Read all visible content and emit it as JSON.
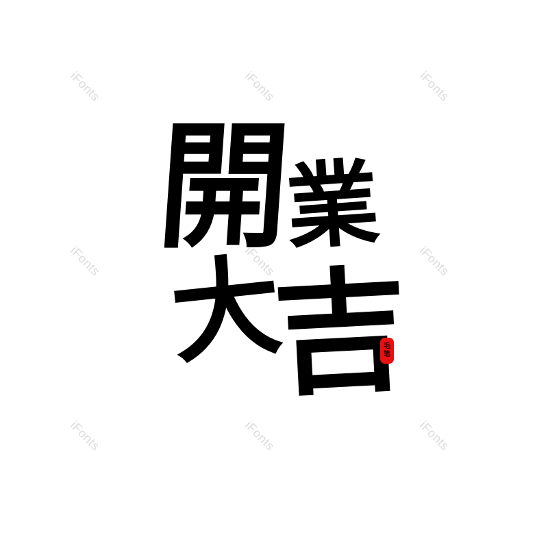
{
  "artwork": {
    "characters": [
      "開",
      "業",
      "大",
      "吉"
    ],
    "ink_color": "#000000",
    "background_color": "#ffffff"
  },
  "seal": {
    "text": [
      "毛",
      "笔"
    ],
    "color": "#e81010"
  },
  "watermarks": [
    {
      "text": "iFonts"
    },
    {
      "text": "iFonts"
    },
    {
      "text": "iFonts"
    },
    {
      "text": "iFonts"
    },
    {
      "text": "iFonts"
    },
    {
      "text": "iFonts"
    },
    {
      "text": "iFonts"
    },
    {
      "text": "iFonts"
    },
    {
      "text": "iFonts"
    }
  ]
}
